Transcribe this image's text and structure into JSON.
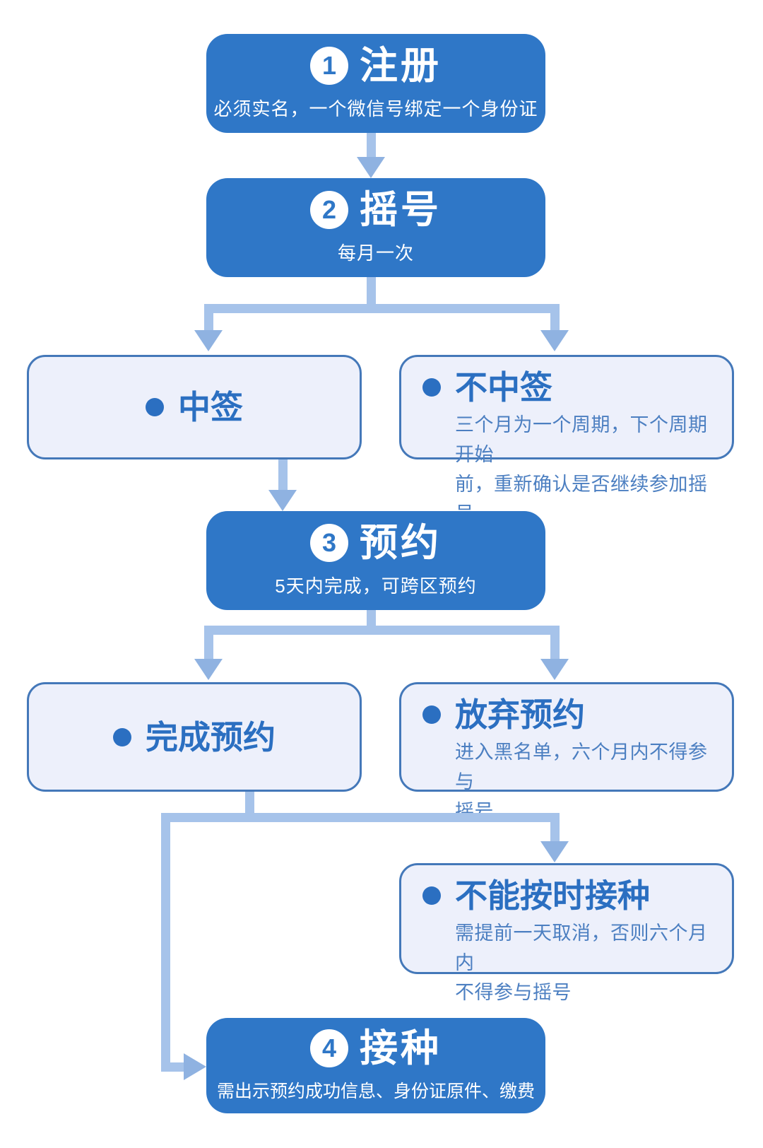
{
  "colors": {
    "primary_blue": "#2f77c7",
    "light_box_bg": "#edf0fb",
    "light_box_border": "#4478b9",
    "title_text": "#2b6fc1",
    "detail_text": "#4c7fc1",
    "connector": "#a6c3ea",
    "arrowhead": "#8fb2e1",
    "white": "#ffffff"
  },
  "steps": [
    {
      "number": "1",
      "title": "注册",
      "subtitle": "必须实名，一个微信号绑定一个身份证"
    },
    {
      "number": "2",
      "title": "摇号",
      "subtitle": "每月一次"
    },
    {
      "number": "3",
      "title": "预约",
      "subtitle": "5天内完成，可跨区预约"
    },
    {
      "number": "4",
      "title": "接种",
      "subtitle": "需出示预约成功信息、身份证原件、缴费"
    }
  ],
  "outcomes": [
    {
      "id": "win",
      "title": "中签",
      "detail": ""
    },
    {
      "id": "lose",
      "title": "不中签",
      "detail": "三个月为一个周期，下个周期开始\n前，重新确认是否继续参加摇号"
    },
    {
      "id": "complete",
      "title": "完成预约",
      "detail": ""
    },
    {
      "id": "abandon",
      "title": "放弃预约",
      "detail": "进入黑名单，六个月内不得参与\n摇号"
    },
    {
      "id": "miss",
      "title": "不能按时接种",
      "detail": "需提前一天取消，否则六个月内\n不得参与摇号"
    }
  ]
}
